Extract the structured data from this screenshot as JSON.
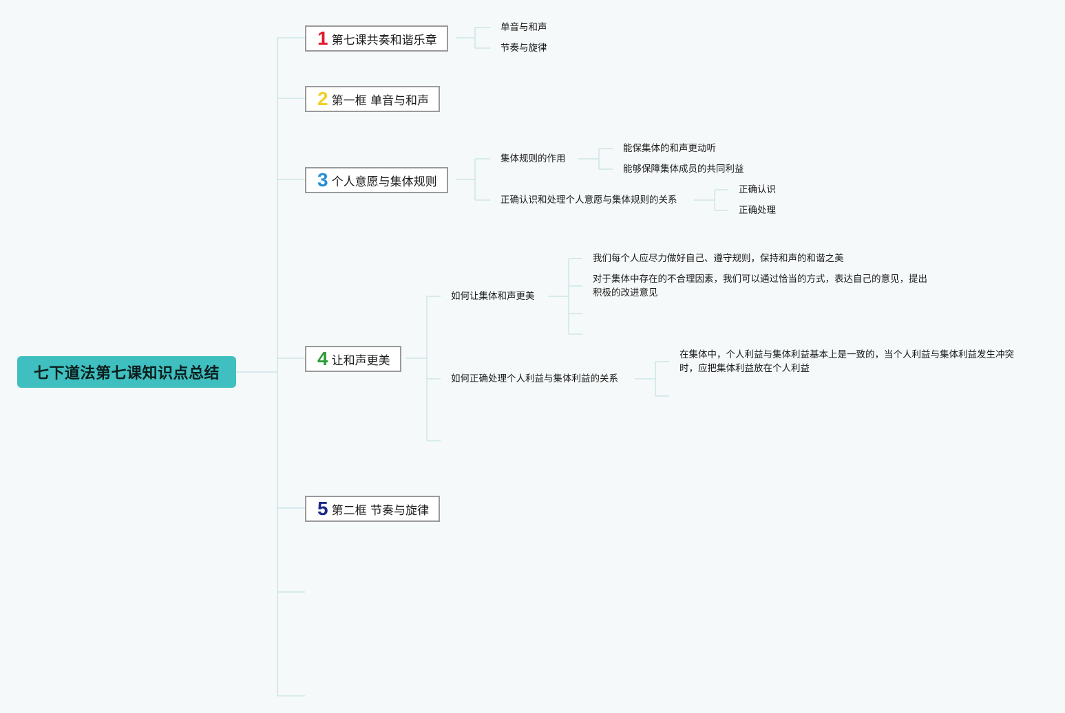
{
  "root": {
    "title": "七下道法第七课知识点总结"
  },
  "topics": [
    {
      "number": "1",
      "number_color": "#e0192b",
      "label": "第七课共奏和谐乐章",
      "children": [
        "单音与和声",
        "节奏与旋律"
      ]
    },
    {
      "number": "2",
      "number_color": "#f2cf2a",
      "label": "第一框 单音与和声",
      "children": []
    },
    {
      "number": "3",
      "number_color": "#2590d6",
      "label": "个人意愿与集体规则",
      "children": [
        {
          "label": "集体规则的作用",
          "children": [
            "能保集体的和声更动听",
            "能够保障集体成员的共同利益"
          ]
        },
        {
          "label": "正确认识和处理个人意愿与集体规则的关系",
          "children": [
            "正确认识",
            "正确处理"
          ]
        }
      ]
    },
    {
      "number": "4",
      "number_color": "#2e9b3a",
      "label": "让和声更美",
      "children": [
        {
          "label": "如何让集体和声更美",
          "children": [
            "我们每个人应尽力做好自己、遵守规则，保持和声的和谐之美",
            "对于集体中存在的不合理因素，我们可以通过恰当的方式，表达自己的意见，提出积极的改进意见"
          ]
        },
        {
          "label": "如何正确处理个人利益与集体利益的关系",
          "children": [
            "在集体中，个人利益与集体利益基本上是一致的，当个人利益与集体利益发生冲突时，应把集体利益放在个人利益"
          ]
        }
      ]
    },
    {
      "number": "5",
      "number_color": "#1c2a8a",
      "label": "第二框 节奏与旋律",
      "children": []
    }
  ],
  "colors": {
    "background": "#f5f9f9",
    "root_fill": "#3fbfbf",
    "connector": "#cfe5e8",
    "topic_border": "#9a9a9a"
  }
}
